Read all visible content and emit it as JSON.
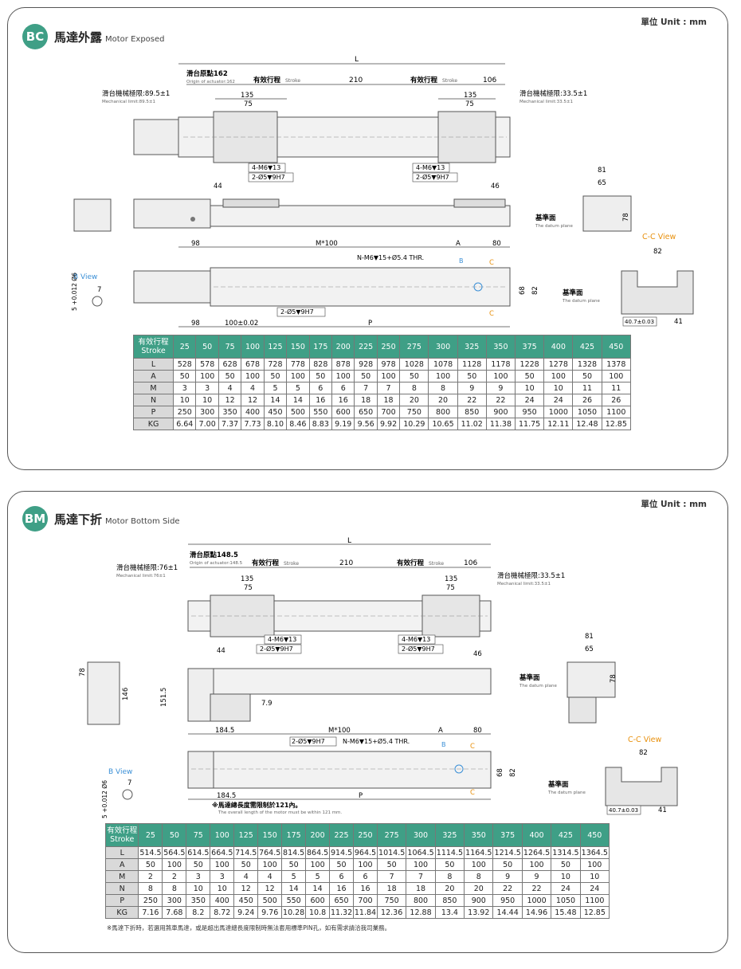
{
  "unit_label": "單位 Unit : mm",
  "colors": {
    "accent": "#3f9f86",
    "orange": "#e8900c",
    "blue": "#3a8fd6",
    "outline": "#555555"
  },
  "bc": {
    "badge": "BC",
    "title_zh": "馬達外露",
    "title_en": "Motor Exposed",
    "labels": {
      "L": "L",
      "origin_zh": "滑台原點162",
      "origin_en": "Origin of actuator:162",
      "stroke_zh_1": "有效行程",
      "stroke_en_1": "Stroke",
      "d210": "210",
      "stroke_zh_2": "有效行程",
      "stroke_en_2": "Stroke",
      "d106": "106",
      "mech_left_zh": "滑台機械極限:89.5±1",
      "mech_left_en": "Mechanical limit:89.5±1",
      "mech_right_zh": "滑台機械極限:33.5±1",
      "mech_right_en": "Mechanical limit:33.5±1",
      "d135a": "135",
      "d75a": "75",
      "d135b": "135",
      "d75b": "75",
      "m6a": "4-M6▼13",
      "pin_a": "2-Ø5▼9H7",
      "m6b": "4-M6▼13",
      "pin_b": "2-Ø5▼9H7",
      "d44": "44",
      "d46": "46",
      "d81": "81",
      "d65": "65",
      "d78": "78",
      "datum_zh": "基準面",
      "datum_en": "The datum plane",
      "ccview": "C-C View",
      "d98": "98",
      "m100": "M*100",
      "A": "A",
      "d80": "80",
      "nm6": "N-M6▼15+Ø5.4 THR.",
      "B": "B",
      "C1": "C",
      "C2": "C",
      "d68": "68",
      "d82": "82",
      "d82b": "82",
      "bview": "B View",
      "d7": "7",
      "bview_dim": "5 +0.012 Ø6",
      "pin_c": "2-Ø5▼9H7",
      "datum2_zh": "基準面",
      "datum2_en": "The datum plane",
      "d98b": "98",
      "d100": "100±0.02",
      "P": "P",
      "d407": "40.7±0.03",
      "d41": "41"
    },
    "table": {
      "header_zh": "有效行程",
      "header_en": "Stroke",
      "strokes": [
        "25",
        "50",
        "75",
        "100",
        "125",
        "150",
        "175",
        "200",
        "225",
        "250",
        "275",
        "300",
        "325",
        "350",
        "375",
        "400",
        "425",
        "450"
      ],
      "rows": [
        {
          "label": "L",
          "values": [
            "528",
            "578",
            "628",
            "678",
            "728",
            "778",
            "828",
            "878",
            "928",
            "978",
            "1028",
            "1078",
            "1128",
            "1178",
            "1228",
            "1278",
            "1328",
            "1378"
          ]
        },
        {
          "label": "A",
          "values": [
            "50",
            "100",
            "50",
            "100",
            "50",
            "100",
            "50",
            "100",
            "50",
            "100",
            "50",
            "100",
            "50",
            "100",
            "50",
            "100",
            "50",
            "100"
          ]
        },
        {
          "label": "M",
          "values": [
            "3",
            "3",
            "4",
            "4",
            "5",
            "5",
            "6",
            "6",
            "7",
            "7",
            "8",
            "8",
            "9",
            "9",
            "10",
            "10",
            "11",
            "11"
          ]
        },
        {
          "label": "N",
          "values": [
            "10",
            "10",
            "12",
            "12",
            "14",
            "14",
            "16",
            "16",
            "18",
            "18",
            "20",
            "20",
            "22",
            "22",
            "24",
            "24",
            "26",
            "26"
          ]
        },
        {
          "label": "P",
          "values": [
            "250",
            "300",
            "350",
            "400",
            "450",
            "500",
            "550",
            "600",
            "650",
            "700",
            "750",
            "800",
            "850",
            "900",
            "950",
            "1000",
            "1050",
            "1100"
          ]
        },
        {
          "label": "KG",
          "values": [
            "6.64",
            "7.00",
            "7.37",
            "7.73",
            "8.10",
            "8.46",
            "8.83",
            "9.19",
            "9.56",
            "9.92",
            "10.29",
            "10.65",
            "11.02",
            "11.38",
            "11.75",
            "12.11",
            "12.48",
            "12.85"
          ]
        }
      ]
    }
  },
  "bm": {
    "badge": "BM",
    "title_zh": "馬達下折",
    "title_en": "Motor Bottom Side",
    "labels": {
      "L": "L",
      "origin_zh": "滑台原點148.5",
      "origin_en": "Origin of actuator:148.5",
      "stroke_zh_1": "有效行程",
      "stroke_en_1": "Stroke",
      "d210": "210",
      "stroke_zh_2": "有效行程",
      "stroke_en_2": "Stroke",
      "d106": "106",
      "mech_left_zh": "滑台機械極限:76±1",
      "mech_left_en": "Mechanical limit:76±1",
      "mech_right_zh": "滑台機械極限:33.5±1",
      "mech_right_en": "Mechanical limit:33.5±1",
      "d135a": "135",
      "d75a": "75",
      "d135b": "135",
      "d75b": "75",
      "m6a": "4-M6▼13",
      "pin_a": "2-Ø5▼9H7",
      "m6b": "4-M6▼13",
      "pin_b": "2-Ø5▼9H7",
      "d44": "44",
      "d46": "46",
      "d81": "81",
      "d65": "65",
      "d78": "78",
      "d78b": "78",
      "d146": "146",
      "d1515": "151.5",
      "d79": "7.9",
      "datum_zh": "基準面",
      "datum_en": "The datum plane",
      "ccview": "C-C View",
      "d1845": "184.5",
      "m100": "M*100",
      "A": "A",
      "d80": "80",
      "pin_c": "2-Ø5▼9H7",
      "nm6": "N-M6▼15+Ø5.4 THR.",
      "B": "B",
      "C1": "C",
      "C2": "C",
      "d68": "68",
      "d82": "82",
      "d82b": "82",
      "bview": "B View",
      "d7": "7",
      "bview_dim": "5 +0.012 Ø6",
      "datum2_zh": "基準面",
      "datum2_en": "The datum plane",
      "d1845b": "184.5",
      "P": "P",
      "d407": "40.7±0.03",
      "d41": "41",
      "cable_zh": "※馬達總長度需限制於121內。",
      "cable_en": "The overall length of the motor must be within 121 mm."
    },
    "table": {
      "header_zh": "有效行程",
      "header_en": "Stroke",
      "strokes": [
        "25",
        "50",
        "75",
        "100",
        "125",
        "150",
        "175",
        "200",
        "225",
        "250",
        "275",
        "300",
        "325",
        "350",
        "375",
        "400",
        "425",
        "450"
      ],
      "rows": [
        {
          "label": "L",
          "values": [
            "514.5",
            "564.5",
            "614.5",
            "664.5",
            "714.5",
            "764.5",
            "814.5",
            "864.5",
            "914.5",
            "964.5",
            "1014.5",
            "1064.5",
            "1114.5",
            "1164.5",
            "1214.5",
            "1264.5",
            "1314.5",
            "1364.5"
          ]
        },
        {
          "label": "A",
          "values": [
            "50",
            "100",
            "50",
            "100",
            "50",
            "100",
            "50",
            "100",
            "50",
            "100",
            "50",
            "100",
            "50",
            "100",
            "50",
            "100",
            "50",
            "100"
          ]
        },
        {
          "label": "M",
          "values": [
            "2",
            "2",
            "3",
            "3",
            "4",
            "4",
            "5",
            "5",
            "6",
            "6",
            "7",
            "7",
            "8",
            "8",
            "9",
            "9",
            "10",
            "10"
          ]
        },
        {
          "label": "N",
          "values": [
            "8",
            "8",
            "10",
            "10",
            "12",
            "12",
            "14",
            "14",
            "16",
            "16",
            "18",
            "18",
            "20",
            "20",
            "22",
            "22",
            "24",
            "24"
          ]
        },
        {
          "label": "P",
          "values": [
            "250",
            "300",
            "350",
            "400",
            "450",
            "500",
            "550",
            "600",
            "650",
            "700",
            "750",
            "800",
            "850",
            "900",
            "950",
            "1000",
            "1050",
            "1100"
          ]
        },
        {
          "label": "KG",
          "values": [
            "7.16",
            "7.68",
            "8.2",
            "8.72",
            "9.24",
            "9.76",
            "10.28",
            "10.8",
            "11.32",
            "11.84",
            "12.36",
            "12.88",
            "13.4",
            "13.92",
            "14.44",
            "14.96",
            "15.48",
            "12.85"
          ]
        }
      ]
    },
    "footnote": "※馬達下折時，若選用煞車馬達，或是超出馬達總長度限制時無法套用標準PIN孔，如有需求請洽我司業務。"
  }
}
